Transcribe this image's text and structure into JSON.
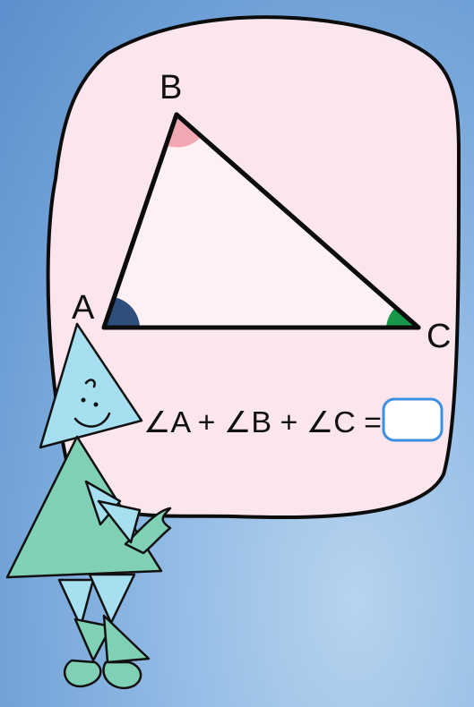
{
  "vertices": {
    "a": "A",
    "b": "B",
    "c": "C"
  },
  "equation": {
    "text": "∠A + ∠B + ∠C =",
    "answer": ""
  },
  "colors": {
    "background": "#7aa8dc",
    "bubble_fill": "#fce6ee",
    "angle_a": "#2f4e7c",
    "angle_b": "#f2a8b3",
    "angle_c": "#17984a",
    "character_fill": "#7fd0b4",
    "character_light": "#a5dff0",
    "answer_box_border": "#3d8fe0"
  },
  "icons": [
    "triangle-character-icon",
    "angle-mark-icon"
  ]
}
